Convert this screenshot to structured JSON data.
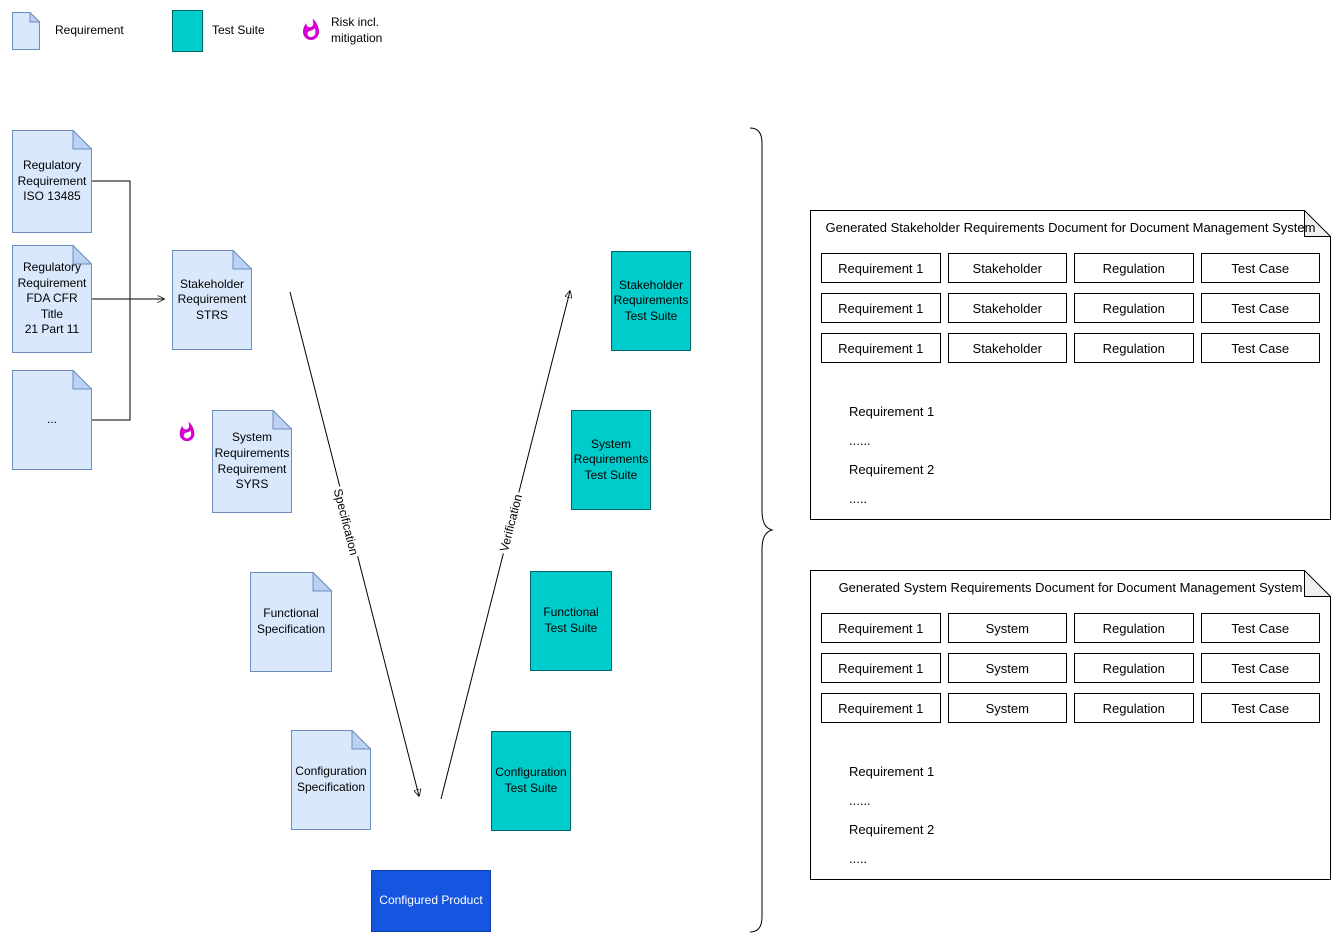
{
  "legend": {
    "requirement_label": "Requirement",
    "test_suite_label": "Test Suite",
    "risk_label": "Risk incl.\nmitigation"
  },
  "nodes": {
    "reg_iso": {
      "label": "Regulatory\nRequirement\nISO 13485"
    },
    "reg_fda": {
      "label": "Regulatory\nRequirement\nFDA CFR Title\n21 Part 11"
    },
    "reg_more": {
      "label": "..."
    },
    "strs": {
      "label": "Stakeholder\nRequirement\nSTRS"
    },
    "syrs": {
      "label": "System\nRequirements\nRequirement\nSYRS"
    },
    "func_spec": {
      "label": "Functional\nSpecification"
    },
    "conf_spec": {
      "label": "Configuration\nSpecification"
    },
    "st_ts": {
      "label": "Stakeholder\nRequirements\nTest Suite"
    },
    "sys_ts": {
      "label": "System\nRequirements\nTest Suite"
    },
    "func_ts": {
      "label": "Functional\nTest Suite"
    },
    "conf_ts": {
      "label": "Configuration\nTest Suite"
    },
    "product": {
      "label": "Configured Product"
    }
  },
  "edges": {
    "specification_label": "Specification",
    "verification_label": "Verification"
  },
  "panels": [
    {
      "title": "Generated Stakeholder Requirements Document for Document Management System",
      "rows": [
        [
          "Requirement 1",
          "Stakeholder",
          "Regulation",
          "Test Case"
        ],
        [
          "Requirement 1",
          "Stakeholder",
          "Regulation",
          "Test Case"
        ],
        [
          "Requirement 1",
          "Stakeholder",
          "Regulation",
          "Test Case"
        ]
      ],
      "body_lines": [
        "Requirement 1",
        "......",
        "Requirement 2",
        "....."
      ]
    },
    {
      "title": "Generated System Requirements Document for Document Management System",
      "rows": [
        [
          "Requirement 1",
          "System",
          "Regulation",
          "Test Case"
        ],
        [
          "Requirement 1",
          "System",
          "Regulation",
          "Test Case"
        ],
        [
          "Requirement 1",
          "System",
          "Regulation",
          "Test Case"
        ]
      ],
      "body_lines": [
        "Requirement 1",
        "......",
        "Requirement 2",
        "....."
      ]
    }
  ],
  "colors": {
    "doc_fill": "#dae8fc",
    "doc_stroke": "#6c8ebf",
    "doc_fold": "#bcd1f2",
    "test_fill": "#00cccc",
    "test_stroke": "#006666",
    "product_fill": "#1655e0",
    "product_stroke": "#0d3bb0",
    "risk_color": "#d400d4"
  }
}
